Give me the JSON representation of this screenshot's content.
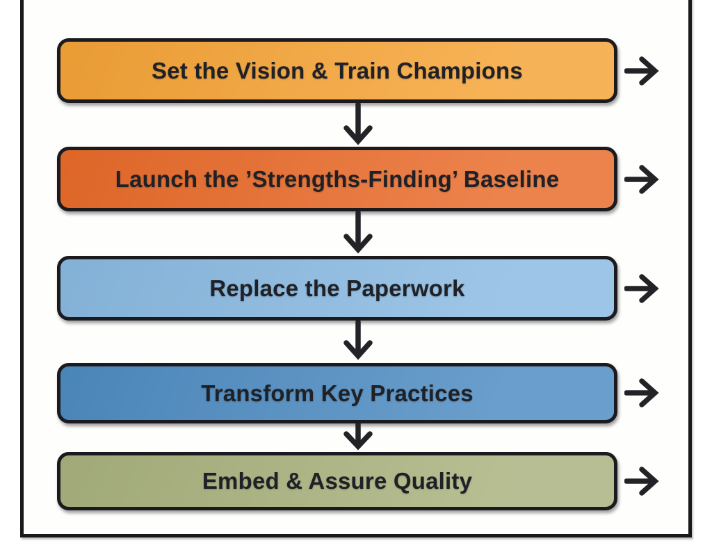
{
  "diagram": {
    "type": "flowchart",
    "frame_color": "#19191c",
    "arrow_color": "#232327",
    "text_color": "#1f2126",
    "background_color": "#fefefd",
    "steps": [
      {
        "label": "Set the Vision & Train Champions",
        "color": "#F6A437"
      },
      {
        "label": "Launch the ’Strengths-Finding’ Baseline",
        "color": "#E96B2A"
      },
      {
        "label": "Replace the Paperwork",
        "color": "#8ABAE2"
      },
      {
        "label": "Transform Key Practices",
        "color": "#4E8CC2"
      },
      {
        "label": "Embed & Assure Quality",
        "color": "#A9B27E"
      }
    ],
    "connectors": {
      "between_steps": "down-arrow",
      "per_step_right": "right-arrow"
    }
  }
}
